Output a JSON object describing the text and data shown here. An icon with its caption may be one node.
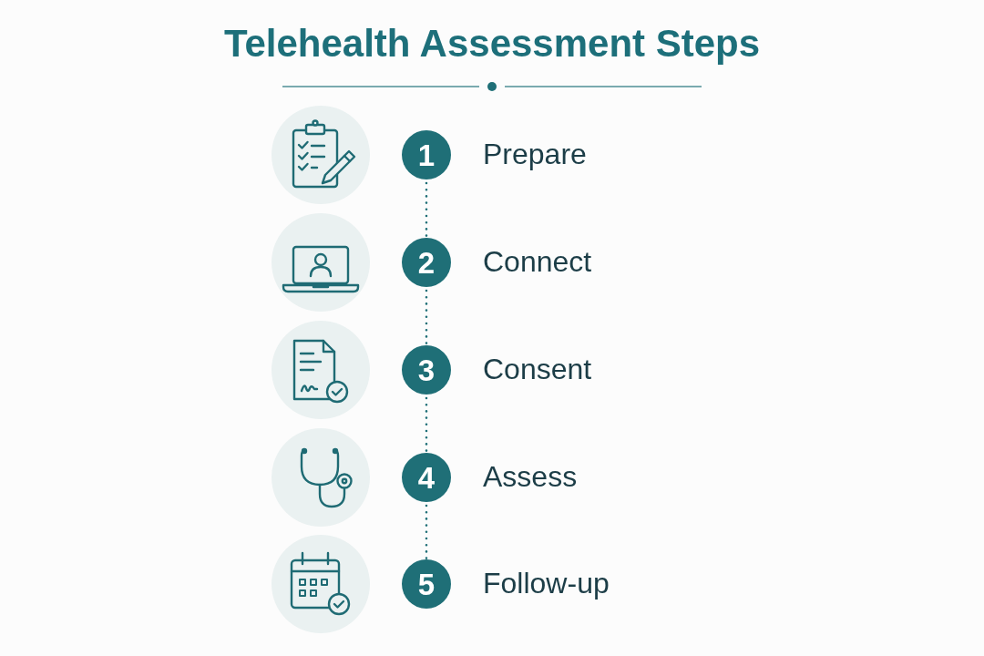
{
  "diagram": {
    "title": "Telehealth Assessment Steps",
    "nodes": [
      {
        "text": [
          "1"
        ],
        "beside": [
          "Prepare"
        ]
      },
      {
        "text": [
          "2"
        ],
        "beside": [
          "Connect"
        ]
      },
      {
        "text": [
          "3"
        ],
        "beside": [
          "Consent"
        ]
      },
      {
        "text": [
          "4"
        ],
        "beside": [
          "Assess"
        ]
      },
      {
        "text": [
          "5"
        ],
        "beside": [
          "Follow-up"
        ]
      }
    ],
    "edges": [
      {
        "from": 0,
        "to": 1,
        "arrow": "none",
        "style": "dashed"
      },
      {
        "from": 1,
        "to": 2,
        "arrow": "none",
        "style": "dashed"
      },
      {
        "from": 2,
        "to": 3,
        "arrow": "none",
        "style": "dashed"
      },
      {
        "from": 3,
        "to": 4,
        "arrow": "none",
        "style": "dashed"
      }
    ]
  }
}
